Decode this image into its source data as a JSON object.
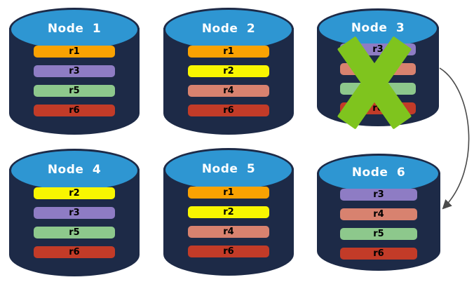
{
  "palette": {
    "cylinder_body": "#1D2A47",
    "cylinder_top": "#2E96D2",
    "cross": "#7FC41E",
    "arrow": "#4A4A4A",
    "replica_r1": "#F9A202",
    "replica_r2": "#F8F600",
    "replica_r3": "#8E7CC4",
    "replica_r4": "#D8826F",
    "replica_r5": "#8DC88C",
    "replica_r6": "#C23B28"
  },
  "nodes": [
    {
      "title": "Node 1",
      "replicas": [
        {
          "label": "r1",
          "color": "#F9A202"
        },
        {
          "label": "r3",
          "color": "#8E7CC4"
        },
        {
          "label": "r5",
          "color": "#8DC88C"
        },
        {
          "label": "r6",
          "color": "#C23B28"
        }
      ]
    },
    {
      "title": "Node 2",
      "replicas": [
        {
          "label": "r1",
          "color": "#F9A202"
        },
        {
          "label": "r2",
          "color": "#F8F600"
        },
        {
          "label": "r4",
          "color": "#D8826F"
        },
        {
          "label": "r6",
          "color": "#C23B28"
        }
      ]
    },
    {
      "title": "Node 3",
      "replicas": [
        {
          "label": "r3",
          "color": "#8E7CC4"
        },
        {
          "label": "r4",
          "color": "#D8826F"
        },
        {
          "label": "r5",
          "color": "#8DC88C"
        },
        {
          "label": "r6",
          "color": "#C23B28"
        }
      ]
    },
    {
      "title": "Node 4",
      "replicas": [
        {
          "label": "r2",
          "color": "#F8F600"
        },
        {
          "label": "r3",
          "color": "#8E7CC4"
        },
        {
          "label": "r5",
          "color": "#8DC88C"
        },
        {
          "label": "r6",
          "color": "#C23B28"
        }
      ]
    },
    {
      "title": "Node 5",
      "replicas": [
        {
          "label": "r1",
          "color": "#F9A202"
        },
        {
          "label": "r2",
          "color": "#F8F600"
        },
        {
          "label": "r4",
          "color": "#D8826F"
        },
        {
          "label": "r6",
          "color": "#C23B28"
        }
      ]
    },
    {
      "title": "Node 6",
      "replicas": [
        {
          "label": "r3",
          "color": "#8E7CC4"
        },
        {
          "label": "r4",
          "color": "#D8826F"
        },
        {
          "label": "r5",
          "color": "#8DC88C"
        },
        {
          "label": "r6",
          "color": "#C23B28"
        }
      ]
    }
  ]
}
